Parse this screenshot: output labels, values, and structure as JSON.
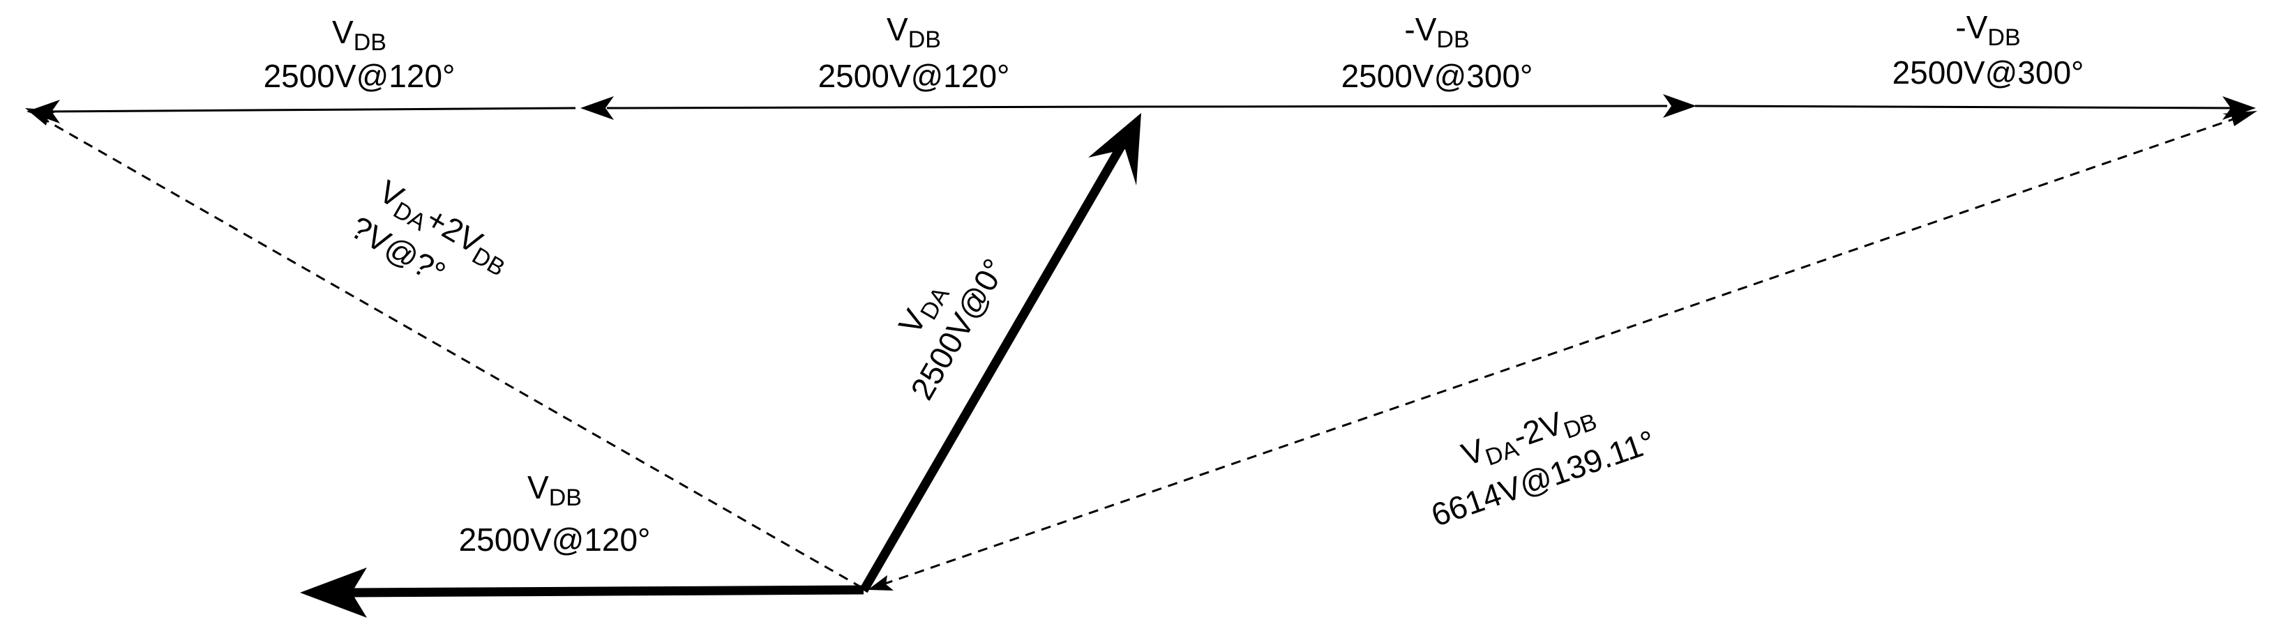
{
  "colors": {
    "stroke": "#000000",
    "background": "#ffffff"
  },
  "vectors": [
    {
      "id": "vdb-top-left",
      "style": "solid",
      "weight": "thin",
      "label": {
        "sign": "",
        "base": "V",
        "sub": "DB",
        "magnitude": "2500V@120°"
      }
    },
    {
      "id": "vdb-top-mid",
      "style": "solid",
      "weight": "thin",
      "label": {
        "sign": "",
        "base": "V",
        "sub": "DB",
        "magnitude": "2500V@120°"
      }
    },
    {
      "id": "neg-vdb-top-mid",
      "style": "solid",
      "weight": "thin",
      "label": {
        "sign": "-",
        "base": "V",
        "sub": "DB",
        "magnitude": "2500V@300°"
      }
    },
    {
      "id": "neg-vdb-top-right",
      "style": "solid",
      "weight": "thin",
      "label": {
        "sign": "-",
        "base": "V",
        "sub": "DB",
        "magnitude": "2500V@300°"
      }
    },
    {
      "id": "vda",
      "style": "solid",
      "weight": "bold",
      "label": {
        "base": "V",
        "sub": "DA",
        "magnitude": "2500V@0°"
      }
    },
    {
      "id": "vdb-bottom",
      "style": "solid",
      "weight": "bold",
      "label": {
        "sign": "",
        "base": "V",
        "sub": "DB",
        "magnitude": "2500V@120°"
      }
    },
    {
      "id": "vda-plus-2vdb",
      "style": "dashed",
      "weight": "thin",
      "label": {
        "base": "V",
        "sub": "DA",
        "op": "+2",
        "base2": "V",
        "sub2": "DB",
        "magnitude": "?V@?°"
      }
    },
    {
      "id": "vda-minus-2vdb",
      "style": "dashed",
      "weight": "thin",
      "label": {
        "base": "V",
        "sub": "DA",
        "op": "-2",
        "base2": "V",
        "sub2": "DB",
        "magnitude": "6614V@139.11°"
      }
    }
  ]
}
